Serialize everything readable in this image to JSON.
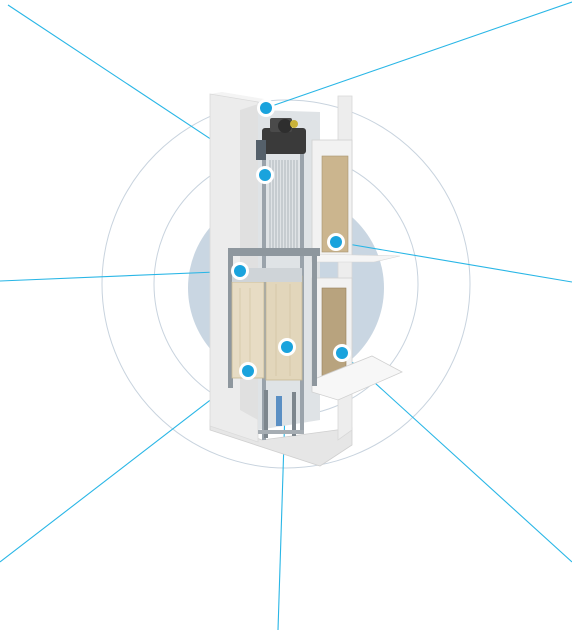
{
  "diagram": {
    "subject": "elevator-shaft-cutaway",
    "colors": {
      "leader_line": "#29b6e6",
      "hotspot_fill": "#1aa3dd",
      "hotspot_ring": "#ffffff",
      "halo": "#c9d6e2",
      "orbit": "#c8d3de",
      "wall": "#ececec",
      "wall_shade": "#d6d6d6",
      "car_panel": "#e7dcc4",
      "rail": "#9aa3ab",
      "machine": "#3a3a3a"
    },
    "hotspots": [
      {
        "id": "machine",
        "icon": "hotspot-dot"
      },
      {
        "id": "ropes",
        "icon": "hotspot-dot"
      },
      {
        "id": "upper-landing-door",
        "icon": "hotspot-dot"
      },
      {
        "id": "car-frame",
        "icon": "hotspot-dot"
      },
      {
        "id": "counterweight",
        "icon": "hotspot-dot"
      },
      {
        "id": "car-door",
        "icon": "hotspot-dot"
      },
      {
        "id": "car-bottom",
        "icon": "hotspot-dot"
      }
    ]
  }
}
